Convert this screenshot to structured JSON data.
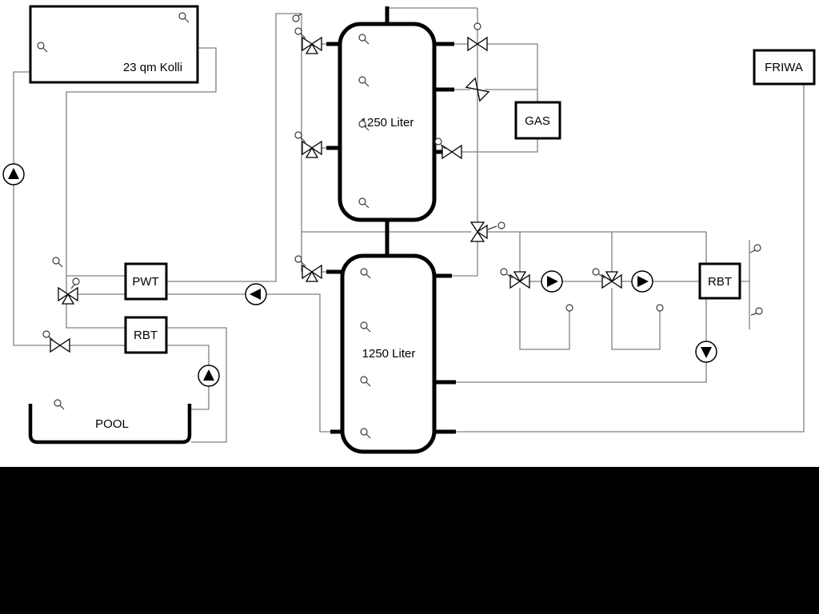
{
  "diagram": {
    "labels": {
      "collector": "23 qm Kolli",
      "tank_top": "1250 Liter",
      "tank_bottom": "1250 Liter",
      "pwt": "PWT",
      "rbt_left": "RBT",
      "rbt_right": "RBT",
      "pool": "POOL",
      "gas": "GAS",
      "friwa": "FRIWA"
    },
    "colors": {
      "background": "#ffffff",
      "bottom_band": "#000000",
      "pipe": "#808080",
      "line": "#000000"
    }
  }
}
